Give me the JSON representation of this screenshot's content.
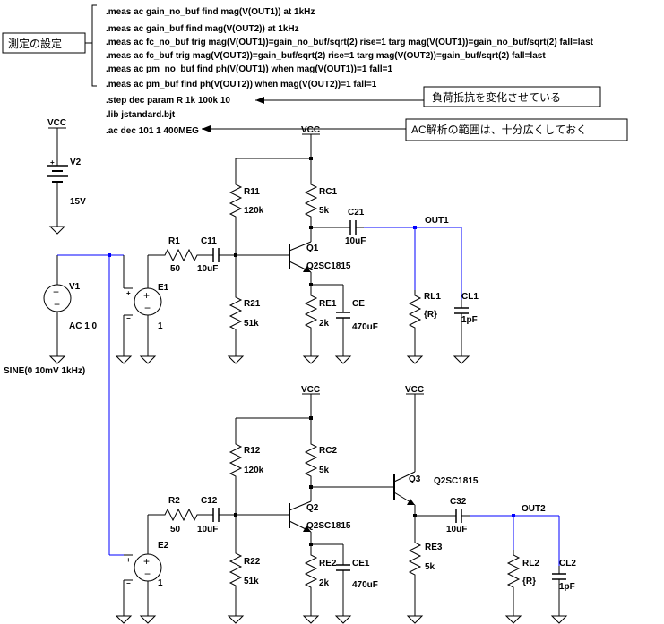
{
  "directives": [
    ".meas ac gain_no_buf find mag(V(OUT1)) at 1kHz",
    ".meas ac gain_buf find mag(V(OUT2)) at 1kHz",
    ".meas ac fc_no_buf trig mag(V(OUT1))=gain_no_buf/sqrt(2) rise=1 targ mag(V(OUT1))=gain_no_buf/sqrt(2) fall=last",
    ".meas ac fc_buf trig mag(V(OUT2))=gain_buf/sqrt(2) rise=1 targ mag(V(OUT2))=gain_buf/sqrt(2) fall=last",
    ".meas ac pm_no_buf find ph(V(OUT1)) when mag(V(OUT1))=1 fall=1",
    ".meas ac pm_buf find ph(V(OUT2)) when mag(V(OUT2))=1 fall=1",
    ".step dec param R 1k 100k 10",
    ".lib jstandard.bjt",
    ".ac dec 101 1 400MEG"
  ],
  "callouts": {
    "measurement": "測定の設定",
    "load_sweep": "負荷抵抗を変化させている",
    "ac_range": "AC解析の範囲は、十分広くしておく"
  },
  "supply": {
    "net": "VCC",
    "name": "V2",
    "value": "15V"
  },
  "source": {
    "name": "V1",
    "value": "AC 1 0",
    "waveform": "SINE(0 10mV 1kHz)"
  },
  "stage1": {
    "e_name": "E1",
    "e_gain": "1",
    "r_in": "R1",
    "r_in_val": "50",
    "c_in": "C11",
    "c_in_val": "10uF",
    "r_top": "R11",
    "r_top_val": "120k",
    "r_bot": "R21",
    "r_bot_val": "51k",
    "rc": "RC1",
    "rc_val": "5k",
    "q": "Q1",
    "q_model": "Q2SC1815",
    "re": "RE1",
    "re_val": "2k",
    "ce": "CE",
    "ce_val": "470uF",
    "c_out": "C21",
    "c_out_val": "10uF",
    "out": "OUT1",
    "rl": "RL1",
    "rl_val": "{R}",
    "cl": "CL1",
    "cl_val": "1pF"
  },
  "stage2": {
    "e_name": "E2",
    "e_gain": "1",
    "r_in": "R2",
    "r_in_val": "50",
    "c_in": "C12",
    "c_in_val": "10uF",
    "r_top": "R12",
    "r_top_val": "120k",
    "r_bot": "R22",
    "r_bot_val": "51k",
    "rc": "RC2",
    "rc_val": "5k",
    "q": "Q2",
    "q_model": "Q2SC1815",
    "re": "RE2",
    "re_val": "2k",
    "ce": "CE1",
    "ce_val": "470uF",
    "q3": "Q3",
    "q3_model": "Q2SC1815",
    "re3": "RE3",
    "re3_val": "5k",
    "c_out": "C32",
    "c_out_val": "10uF",
    "out": "OUT2",
    "rl": "RL2",
    "rl_val": "{R}",
    "cl": "CL2",
    "cl_val": "1pF"
  }
}
